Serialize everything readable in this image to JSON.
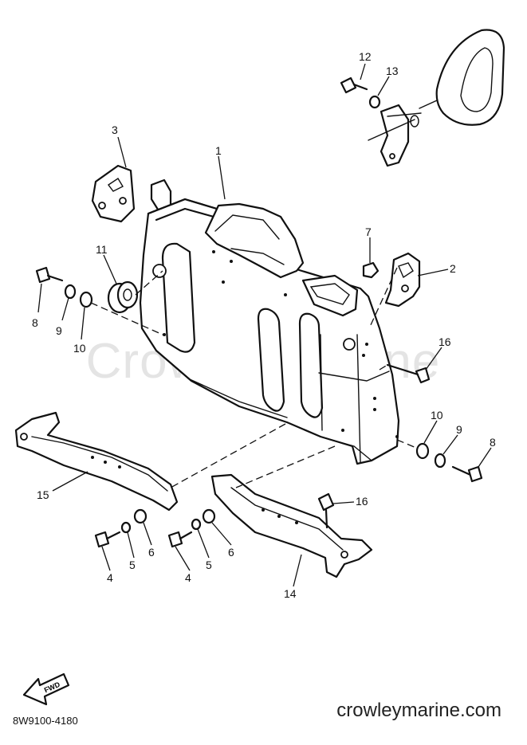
{
  "watermark": "Crowley Marine",
  "diagram_code": "8W9100-4180",
  "site": "crowleymarine.com",
  "fwd_label": "FWD",
  "callouts": {
    "c1": "1",
    "c2": "2",
    "c3": "3",
    "c4a": "4",
    "c4b": "4",
    "c5a": "5",
    "c5b": "5",
    "c6a": "6",
    "c6b": "6",
    "c7": "7",
    "c8a": "8",
    "c8b": "8",
    "c9a": "9",
    "c9b": "9",
    "c10a": "10",
    "c10b": "10",
    "c11": "11",
    "c12": "12",
    "c13": "13",
    "c14": "14",
    "c15": "15",
    "c16a": "16",
    "c16b": "16"
  }
}
